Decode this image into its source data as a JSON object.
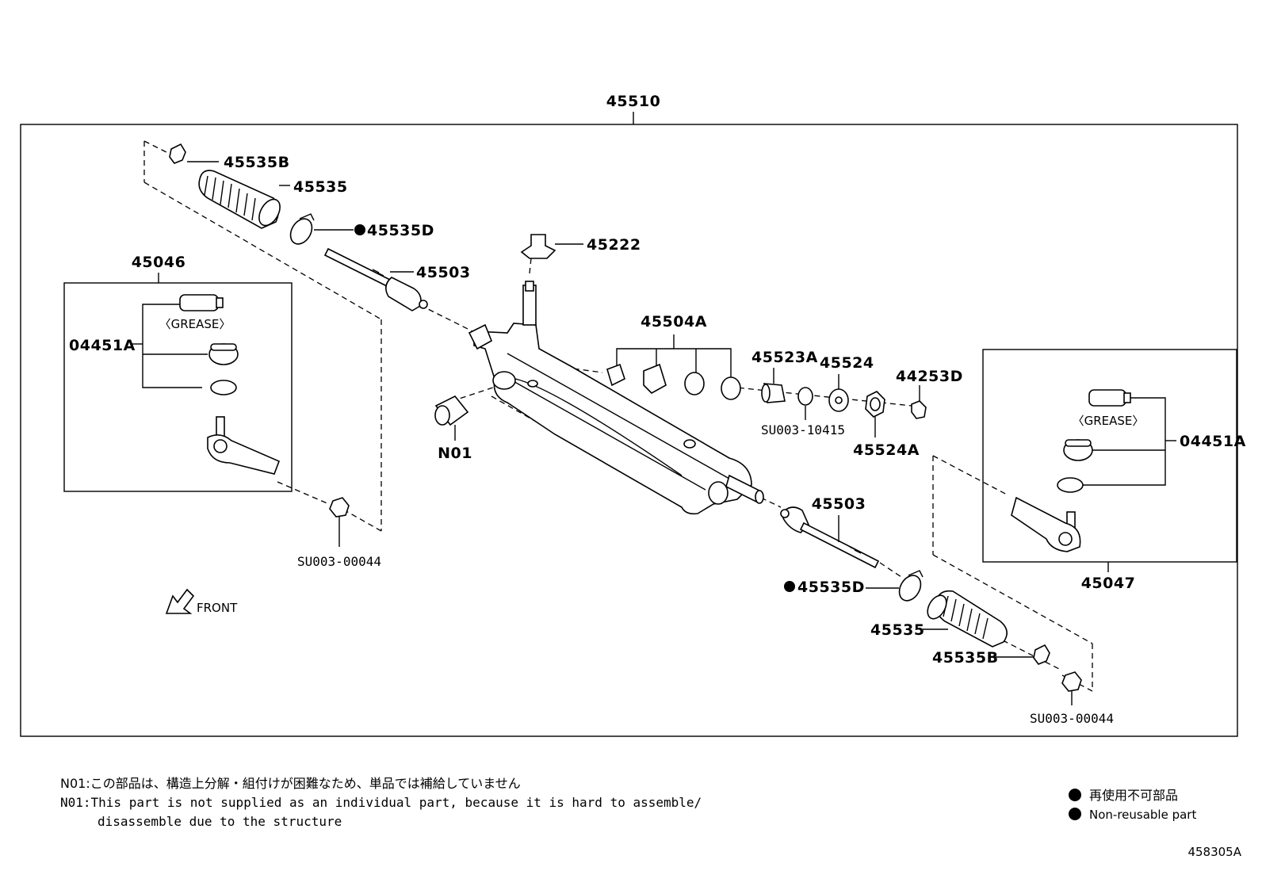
{
  "assembly": {
    "main": "45510",
    "left_kit": "45046",
    "right_kit": "45047",
    "drawing_id": "458305A"
  },
  "labels": {
    "p45535B_l": "45535B",
    "p45535_l": "45535",
    "p45535D_l": "45535D",
    "p45503_l": "45503",
    "p04451A_l": "04451A",
    "grease_l": "〈GREASE〉",
    "su44_l": "SU003-00044",
    "front": "FRONT",
    "p45222": "45222",
    "p45504A": "45504A",
    "p45523A": "45523A",
    "p45524": "45524",
    "p44253D": "44253D",
    "su10415": "SU003-10415",
    "p45524A": "45524A",
    "n01": "N01",
    "p45503_r": "45503",
    "p45535D_r": "45535D",
    "p45535_r": "45535",
    "p45535B_r": "45535B",
    "su44_r": "SU003-00044",
    "grease_r": "〈GREASE〉",
    "p04451A_r": "04451A"
  },
  "notes": {
    "line1": "N01:この部品は、構造上分解・組付けが困難なため、単品では補給していません",
    "line2": "N01:This part is not supplied as an individual part, because it is hard to assemble/",
    "line3": "disassemble due to the structure"
  },
  "legend": {
    "jp": "再使用不可部品",
    "en": "Non-reusable part"
  }
}
